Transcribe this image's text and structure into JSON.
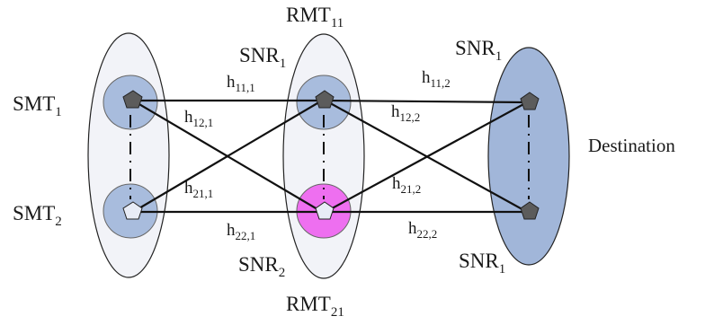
{
  "colors": {
    "group_fill_light": "#f2f3f8",
    "group_fill_dest": "#a1b6d9",
    "node_circle": "#a8bcdd",
    "node_circle_relay2": "#ee6ff0",
    "pentagon_dark": "#5c5c5c",
    "pentagon_light": "#e8ecf6",
    "link_color": "#111111"
  },
  "labels": {
    "smt1": {
      "base": "SMT",
      "sub": "1"
    },
    "smt2": {
      "base": "SMT",
      "sub": "2"
    },
    "rmt11": {
      "base": "RMT",
      "sub": "11"
    },
    "rmt21": {
      "base": "RMT",
      "sub": "21"
    },
    "snr1_relay": {
      "base": "SNR",
      "sub": "1"
    },
    "snr2_relay": {
      "base": "SNR",
      "sub": "2"
    },
    "snr1_dest_top": {
      "base": "SNR",
      "sub": "1"
    },
    "snr1_dest_bottom": {
      "base": "SNR",
      "sub": "1"
    },
    "destination": "Destination"
  },
  "channels": {
    "h11_1": {
      "base": "h",
      "sub": "11,1"
    },
    "h12_1": {
      "base": "h",
      "sub": "12,1"
    },
    "h21_1": {
      "base": "h",
      "sub": "21,1"
    },
    "h22_1": {
      "base": "h",
      "sub": "22,1"
    },
    "h11_2": {
      "base": "h",
      "sub": "11,2"
    },
    "h12_2": {
      "base": "h",
      "sub": "12,2"
    },
    "h21_2": {
      "base": "h",
      "sub": "21,2"
    },
    "h22_2": {
      "base": "h",
      "sub": "22,2"
    }
  },
  "icons": {
    "node_marker": "pentagon-icon"
  }
}
